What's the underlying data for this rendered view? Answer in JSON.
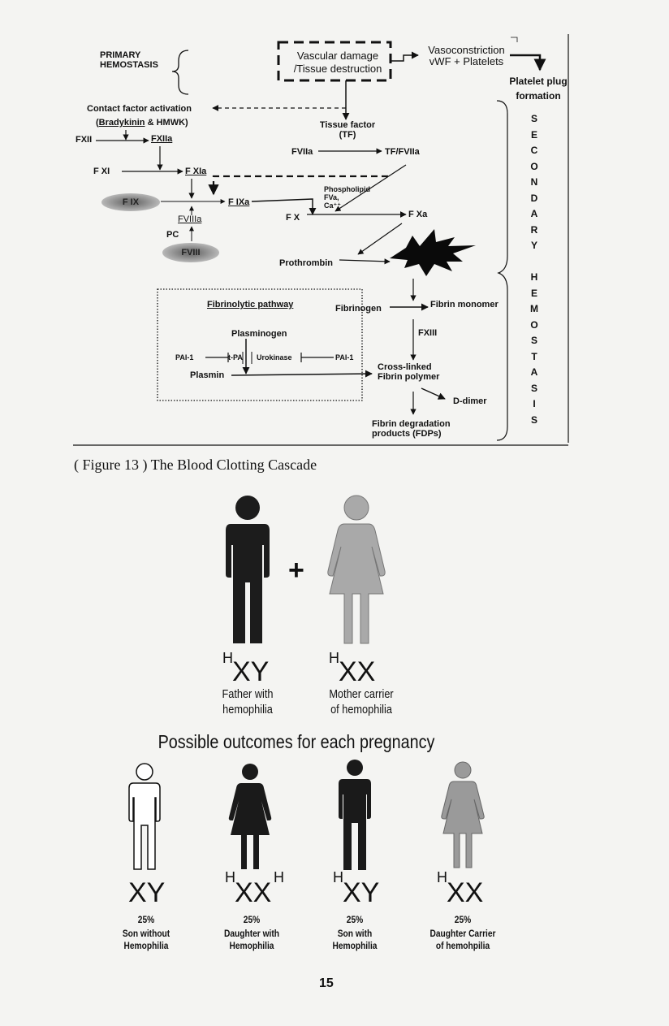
{
  "cascade": {
    "primary_hemostasis": "PRIMARY\nHEMOSTASIS",
    "vascular_damage": "Vascular damage\n/Tissue destruction",
    "vasoconstriction": "Vasoconstriction\nvWF + Platelets",
    "platelet_plug": "Platelet plug\nformation",
    "contact_factor": "Contact factor activation",
    "bradykinin": "Bradykinin",
    "hmwk": " & HMWK)",
    "fxii": "FXII",
    "fxiia": "FXIIa",
    "fxi": "F XI",
    "fxia": "F XIa",
    "fix": "F IX",
    "fixa": "F IXa",
    "fviiia": "FVIIIa",
    "pc": "PC",
    "fviii": "FVIII",
    "tissue_factor": "Tissue factor\n(TF)",
    "fviia": "FVIIa",
    "tf_fviia": "TF/FVIIa",
    "phospholipid": "Phospholipid\nFVa,\nCa⁺⁺",
    "fx": "F X",
    "fxa": "F Xa",
    "prothrombin": "Prothrombin",
    "fibrinolytic": "Fibrinolytic pathway",
    "plasminogen": "Plasminogen",
    "pai1_left": "PAI-1",
    "tpa": "t-PA",
    "urokinase": "Urokinase",
    "pai1_right": "PAI-1",
    "plasmin": "Plasmin",
    "fibrinogen": "Fibrinogen",
    "fibrin_monomer": "Fibrin monomer",
    "fxiii": "FXIII",
    "cross_linked": "Cross-linked\nFibrin polymer",
    "d_dimer": "D-dimer",
    "fdps": "Fibrin degradation\nproducts (FDPs)",
    "secondary_hemostasis": [
      "S",
      "E",
      "C",
      "O",
      "N",
      "D",
      "A",
      "R",
      "Y",
      "",
      "H",
      "E",
      "M",
      "O",
      "S",
      "T",
      "A",
      "S",
      "I",
      "S"
    ]
  },
  "figure_caption": "( Figure 13 ) The Blood Clotting Cascade",
  "inheritance": {
    "plus": "+",
    "father": {
      "sup": "H",
      "geno": "XY",
      "label": "Father with\nhemophilia"
    },
    "mother": {
      "sup": "H",
      "geno": "XX",
      "label": "Mother carrier\nof hemophilia"
    },
    "outcomes_title": "Possible outcomes for each pregnancy",
    "outcomes": [
      {
        "geno": "XY",
        "sup_left": "",
        "sup_right": "",
        "pct": "25%",
        "label": "Son without\nHemophilia",
        "fill": "#ffffff"
      },
      {
        "geno": "XX",
        "sup_left": "H",
        "sup_right": "H",
        "pct": "25%",
        "label": "Daughter with\nHemophilia",
        "fill": "#1a1a1a"
      },
      {
        "geno": "XY",
        "sup_left": "H",
        "sup_right": "",
        "pct": "25%",
        "label": "Son with\nHemophilia",
        "fill": "#1a1a1a"
      },
      {
        "geno": "XX",
        "sup_left": "H",
        "sup_right": "",
        "pct": "25%",
        "label": "Daughter Carrier\nof hemohpilia",
        "fill": "#9a9a9a"
      }
    ]
  },
  "page_number": "15",
  "colors": {
    "page": "#f4f4f2",
    "ink": "#111111",
    "carrier_gray": "#9a9a9a"
  }
}
